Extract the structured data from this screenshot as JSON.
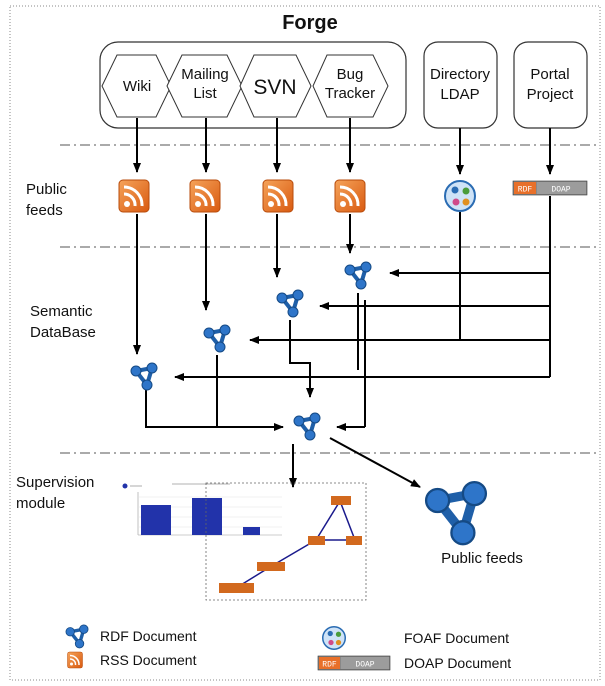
{
  "title": "Forge",
  "tools": {
    "wiki": "Wiki",
    "mailing": [
      "Mailing",
      "List"
    ],
    "svn": "SVN",
    "bug": [
      "Bug",
      "Tracker"
    ],
    "directory": [
      "Directory",
      "LDAP"
    ],
    "portal": [
      "Portal",
      "Project"
    ]
  },
  "rows": {
    "public_feeds": [
      "Public",
      "feeds"
    ],
    "semantic_db": [
      "Semantic",
      "DataBase"
    ],
    "supervision": [
      "Supervision",
      "module"
    ]
  },
  "output_label": "Public feeds",
  "doap_badge": {
    "left": "RDF",
    "right": "DOAP"
  },
  "legend": {
    "rdf": "RDF Document",
    "rss": "RSS Document",
    "foaf": "FOAF Document",
    "doap": "DOAP Document"
  },
  "colors": {
    "rss_orange": "#e8702a",
    "rdf_blue": "#1f5fa8",
    "graph_orange": "#d2691e",
    "bar_blue": "#2233aa"
  },
  "icons": {
    "rss": "rss-feed-icon",
    "rdf": "rdf-document-icon",
    "foaf": "foaf-document-icon",
    "doap": "doap-badge-icon"
  }
}
